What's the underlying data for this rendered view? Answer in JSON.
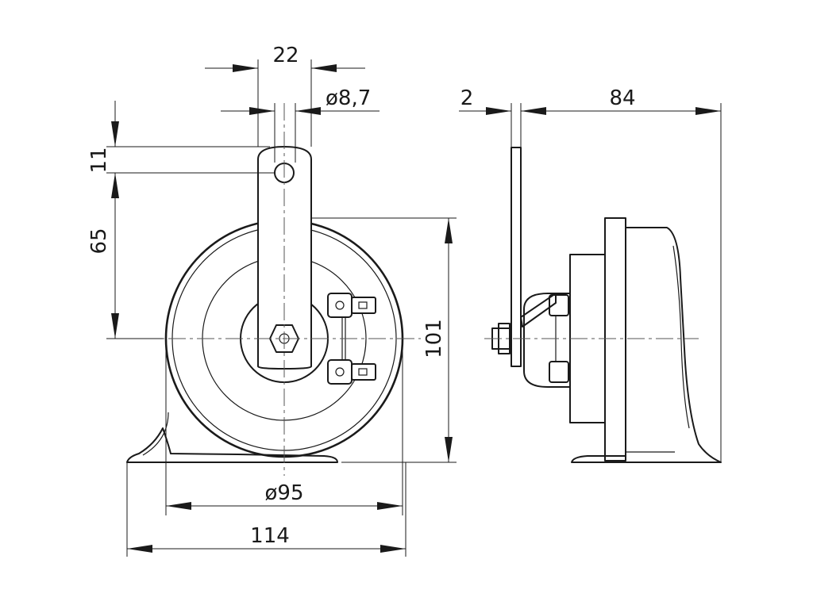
{
  "drawing": {
    "line_color": "#1a1a1a",
    "background": "#ffffff"
  },
  "dimensions": {
    "bracket_width": "22",
    "hole_diameter": "ø8,7",
    "hole_to_top": "11",
    "hole_to_center": "65",
    "total_height": "101",
    "body_diameter": "ø95",
    "total_width": "114",
    "bracket_thickness": "2",
    "total_depth": "84"
  }
}
